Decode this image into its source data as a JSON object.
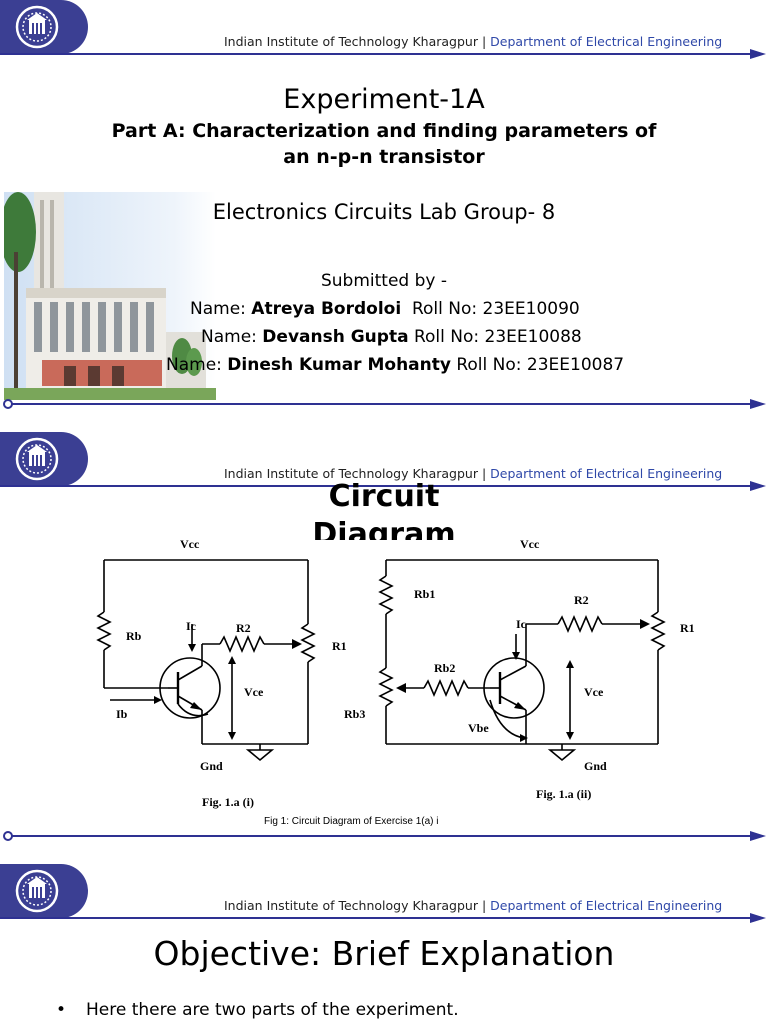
{
  "header": {
    "institute": "Indian Institute of Technology Kharagpur",
    "separator": "|",
    "department": "Department of Electrical Engineering"
  },
  "colors": {
    "brand_blue": "#3b3f93",
    "rule_blue": "#2e3192",
    "dept_text": "#2f48a8"
  },
  "slide1": {
    "title": "Experiment-1A",
    "subtitle_line1": "Part A: Characterization and finding parameters of",
    "subtitle_line2": "an n-p-n transistor",
    "group": "Electronics Circuits Lab Group- 8",
    "submitted_by": "Submitted by -",
    "members": [
      {
        "name_label": "Name: ",
        "name": "Atreya Bordoloi",
        "roll": "  Roll No: 23EE10090"
      },
      {
        "name_label": "Name: ",
        "name": "Devansh Gupta",
        "roll": " Roll No: 23EE10088"
      },
      {
        "name_label": "Name: ",
        "name": "Dinesh Kumar Mohanty",
        "roll": " Roll No: 23EE10087"
      }
    ]
  },
  "slide2": {
    "title_line1": "Circuit",
    "title_line2": "Diagram",
    "caption": "Fig 1: Circuit Diagram of Exercise 1(a) i",
    "circuit_i": {
      "vcc": "Vcc",
      "rb": "Rb",
      "ic": "Ic",
      "r2": "R2",
      "r1": "R1",
      "vce": "Vce",
      "ib": "Ib",
      "gnd": "Gnd",
      "fig": "Fig. 1.a (i)"
    },
    "circuit_ii": {
      "vcc": "Vcc",
      "rb1": "Rb1",
      "r2": "R2",
      "r1": "R1",
      "ic": "Ic",
      "rb2": "Rb2",
      "vce": "Vce",
      "rb3": "Rb3",
      "vbe": "Vbe",
      "gnd": "Gnd",
      "fig": "Fig. 1.a (ii)"
    }
  },
  "slide3": {
    "title": "Objective: Brief Explanation",
    "bullets": [
      "Here there are two parts of the experiment."
    ]
  }
}
